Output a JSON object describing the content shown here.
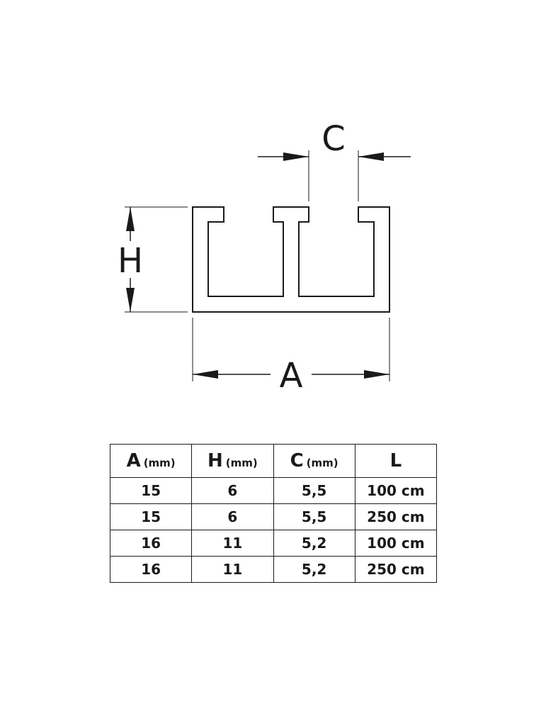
{
  "diagram": {
    "labels": {
      "width": "A",
      "height": "H",
      "opening": "C"
    }
  },
  "table": {
    "headers": [
      {
        "letter": "A",
        "unit": "(mm)"
      },
      {
        "letter": "H",
        "unit": "(mm)"
      },
      {
        "letter": "C",
        "unit": "(mm)"
      },
      {
        "letter": "L",
        "unit": ""
      }
    ],
    "rows": [
      [
        "15",
        "6",
        "5,5",
        "100 cm"
      ],
      [
        "15",
        "6",
        "5,5",
        "250 cm"
      ],
      [
        "16",
        "11",
        "5,2",
        "100 cm"
      ],
      [
        "16",
        "11",
        "5,2",
        "250 cm"
      ]
    ]
  }
}
